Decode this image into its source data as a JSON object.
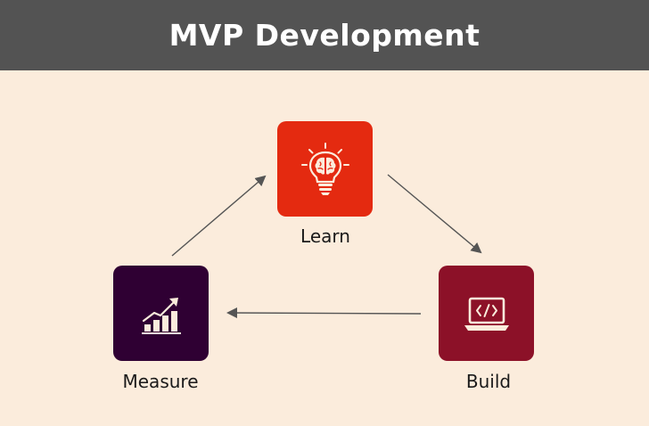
{
  "title": "MVP Development",
  "colors": {
    "background": "#fbecdc",
    "header": "#535353",
    "learn": "#e42a10",
    "build": "#8c1128",
    "measure": "#2f0033",
    "arrow": "#555555"
  },
  "nodes": {
    "learn": {
      "label": "Learn",
      "icon": "brain-lightbulb-icon"
    },
    "build": {
      "label": "Build",
      "icon": "laptop-code-icon"
    },
    "measure": {
      "label": "Measure",
      "icon": "growth-chart-icon"
    }
  }
}
